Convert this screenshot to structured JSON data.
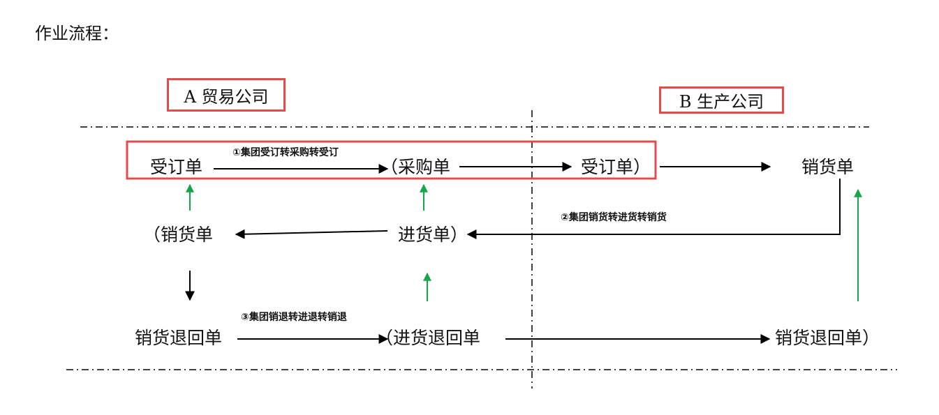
{
  "title": "作业流程：",
  "companies": {
    "a": "A 贸易公司",
    "b": "B 生产公司"
  },
  "nodes": {
    "a_order": "受订单",
    "a_sales": "（销货单",
    "a_sales_return": "销货退回单",
    "mid_purchase": "（采购单",
    "mid_receipt": "进货单）",
    "mid_receipt_return": "（进货退回单",
    "b_order": "受订单）",
    "b_sales": "销货单",
    "b_sales_return": "销货退回单）"
  },
  "flows": {
    "flow1": "①集团受订转采购转受订",
    "flow2": "②集团销货转进货转销货",
    "flow3": "③集团销退转进退转销退"
  },
  "colors": {
    "highlight_box": "#e54b4b",
    "black_arrow": "#000000",
    "green_arrow": "#14a84a",
    "divider": "#000000"
  }
}
